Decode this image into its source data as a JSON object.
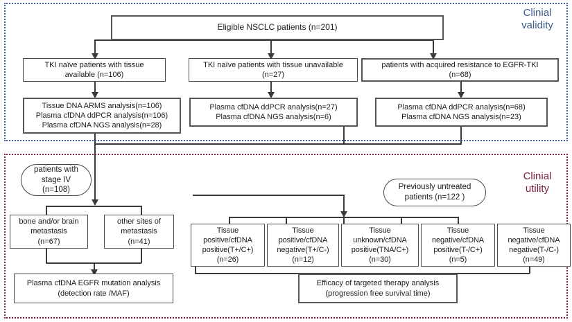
{
  "regions": {
    "validity_label": "Clinial\nvalidity",
    "utility_label": "Clinial\nutility"
  },
  "nodes": {
    "root": "Eligible NSCLC patients (n=201)",
    "tier1": [
      "TKI naïve patients with tissue\navailable (n=106)",
      "TKI naïve patients with tissue unavailable\n(n=27)",
      "patients with acquired resistance to EGFR-TKI\n(n=68)"
    ],
    "tier2": [
      "Tissue DNA ARMS analysis(n=106)\nPlasma cfDNA ddPCR analysis(n=106)\nPlasma cfDNA NGS analysis(n=28)",
      "Plasma cfDNA ddPCR analysis(n=27)\nPlasma cfDNA NGS analysis(n=6)",
      "Plasma cfDNA ddPCR analysis(n=68)\nPlasma cfDNA NGS analysis(n=23)"
    ],
    "stage_iv_pill": "patients with\nstage IV\n(n=108)",
    "untreated_pill": "Previously untreated\npatients (n=122 )",
    "metastasis": [
      "bone and/or brain\nmetastasis\n(n=67)",
      "other sites of\nmetastasis\n(n=41)"
    ],
    "subgroups": [
      "Tissue\npositive/cfDNA\npositive(T+/C+)\n(n=26)",
      "Tissue\npositive/cfDNA\nnegative(T+/C-)\n(n=12)",
      "Tissue\nunknown/cfDNA\npositive(TNA/C+)\n(n=30)",
      "Tissue\nnegative/cfDNA\npositive(T-/C+)\n(n=5)",
      "Tissue\nnegative/cfDNA\nnegative(T-/C-)\n(n=49)"
    ],
    "outcome_left": "Plasma cfDNA EGFR mutation analysis\n(detection rate /MAF)",
    "outcome_right": "Efficacy of targeted therapy analysis\n(progression free survival time)"
  },
  "colors": {
    "validity_border": "#3e5f96",
    "utility_border": "#8a2040",
    "validity_text": "#3c5a8a",
    "utility_text": "#7a2040",
    "node_border": "#4a4a4a",
    "connector": "#3a3a3a"
  }
}
